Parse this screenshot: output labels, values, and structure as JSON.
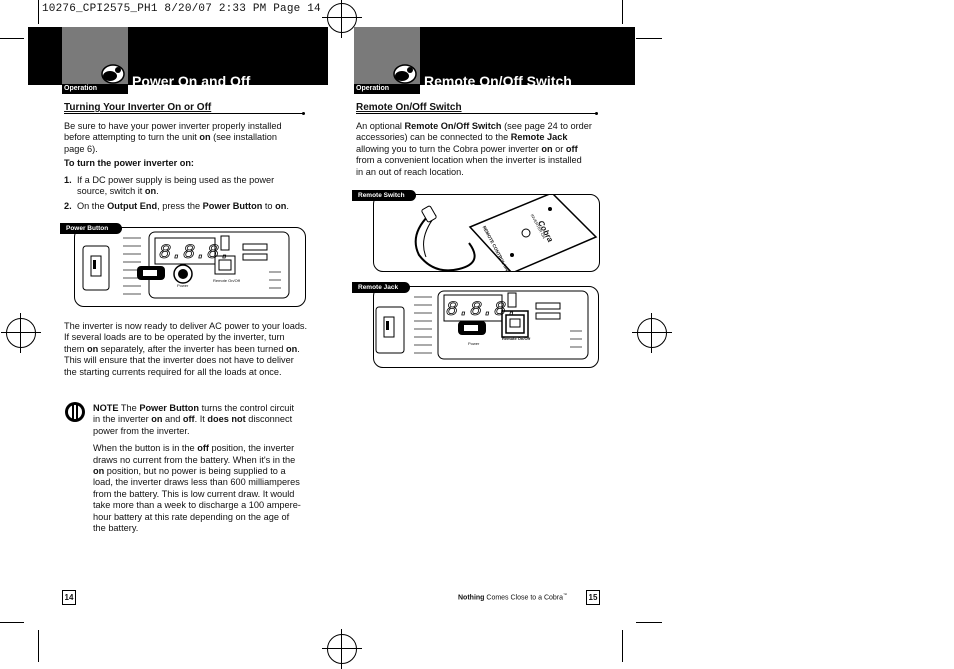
{
  "slug": "10276_CPI2575_PH1  8/20/07  2:33 PM  Page 14",
  "left_page": {
    "section_label": "Operation",
    "title": "Power On and Off",
    "subhead": "Turning Your Inverter On or Off",
    "intro_1": "Be sure to have your power inverter properly installed",
    "intro_2a": "before attempting to turn the unit ",
    "intro_2b": "on",
    "intro_2c": " (see installation",
    "intro_3": "page 6).",
    "steps_heading": "To turn the power inverter on:",
    "step1_num": "1.",
    "step1_a": "If a DC power supply is being used as the power",
    "step1_b": "source, switch it ",
    "step1_c": "on",
    "step1_d": ".",
    "step2_num": "2.",
    "step2_a": "On the ",
    "step2_b": "Output End",
    "step2_c": ", press the ",
    "step2_d": "Power Button",
    "step2_e": " to ",
    "step2_f": "on",
    "step2_g": ".",
    "figure_label": "Power Button",
    "fig_power_text": "Power",
    "fig_remote_text": "Remote On/Off",
    "para_1": "The inverter is now ready to deliver AC power to your loads.",
    "para_2": "If several loads are to be operated by the inverter, turn",
    "para_3a": "them ",
    "para_3b": "on",
    "para_3c": " separately, after the inverter has been turned ",
    "para_3d": "on",
    "para_3e": ".",
    "para_4": "This will ensure that the inverter does not have to deliver",
    "para_5": "the starting currents required for all the loads at once.",
    "note_1a": "NOTE",
    "note_1b": " The ",
    "note_1c": "Power Button",
    "note_1d": " turns the control circuit",
    "note_2a": "in the inverter ",
    "note_2b": "on",
    "note_2c": " and ",
    "note_2d": "off",
    "note_2e": ". It ",
    "note_2f": "does not",
    "note_2g": " disconnect",
    "note_3": "power from the inverter.",
    "note2_1a": "When the button is in the ",
    "note2_1b": "off",
    "note2_1c": " position, the inverter",
    "note2_2": "draws no current from the battery. When it's in the",
    "note2_3a": "on",
    "note2_3b": " position, but no power is being supplied to a",
    "note2_4": "load, the inverter draws less than 600 milliamperes",
    "note2_5": "from the battery. This is low current draw. It would",
    "note2_6": "take more than a week to discharge a 100 ampere-",
    "note2_7": "hour battery at this rate depending on the age of",
    "note2_8": "the battery.",
    "page_number": "14"
  },
  "right_page": {
    "section_label": "Operation",
    "title": "Remote On/Off Switch",
    "subhead": "Remote On/Off Switch",
    "p1a": "An optional ",
    "p1b": "Remote On/Off Switch",
    "p1c": " (see page 24 to order",
    "p2a": "accessories) can be connected to the ",
    "p2b": "Remote Jack",
    "p3a": "allowing you to turn the Cobra power inverter ",
    "p3b": "on",
    "p3c": " or ",
    "p3d": "off",
    "p4": "from a convenient location when the inverter is installed",
    "p5": "in an out of reach location.",
    "figure1_label": "Remote Switch",
    "fig1_brand": "Cobra",
    "fig1_inverter": "INVERTER ON",
    "fig1_remote": "REMOTE CONTROL UNIT",
    "figure2_label": "Remote Jack",
    "fig2_power_text": "Power",
    "fig2_remote_text": "Remote On/Off",
    "footer_bold": "Nothing",
    "footer_rest": " Comes Close to a Cobra",
    "footer_tm": "™",
    "page_number": "15"
  }
}
